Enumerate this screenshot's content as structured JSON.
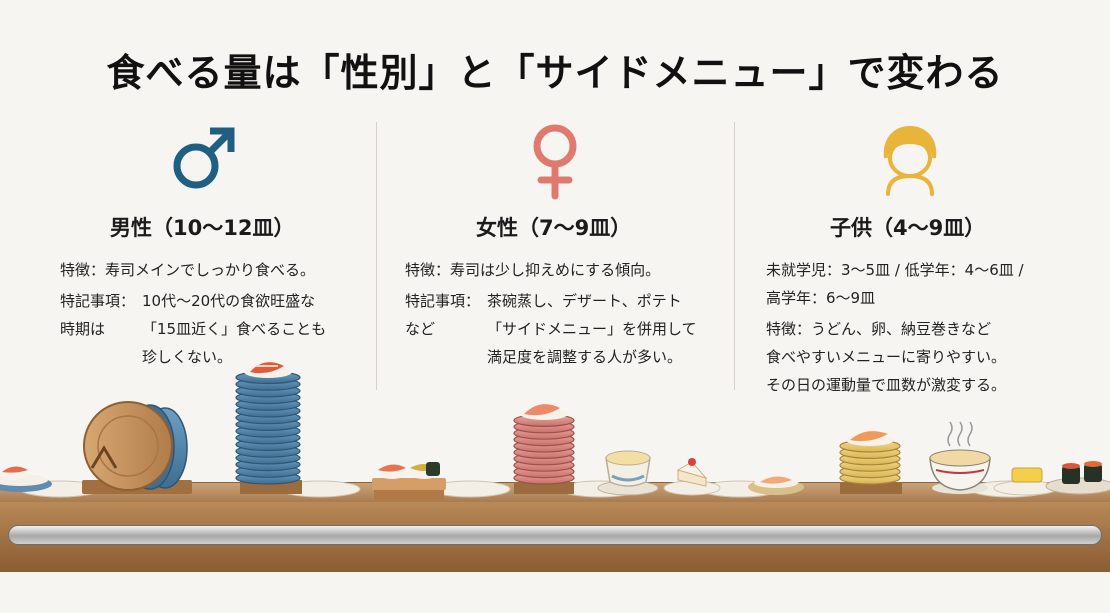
{
  "title": "食べる量は「性別」と「サイドメニュー」で変わる",
  "columns": {
    "male": {
      "heading": "男性（10〜12皿）",
      "feature_label": "特徴：",
      "feature_text": "寿司メインでしっかり食べる。",
      "note_label": "特記事項：",
      "note_line1": "10代〜20代の食欲旺盛な",
      "note_label2": "時期は",
      "note_line2": "「15皿近く」食べることも",
      "note_line3": "珍しくない。",
      "icon": "male-symbol-icon",
      "color": "#1f5f82"
    },
    "female": {
      "heading": "女性（7〜9皿）",
      "feature_label": "特徴：",
      "feature_text": "寿司は少し抑えめにする傾向。",
      "note_label": "特記事項：",
      "note_line1": "茶碗蒸し、デザート、ポテト",
      "note_label2": "など",
      "note_line2": "「サイドメニュー」を併用して",
      "note_line3": "満足度を調整する人が多い。",
      "icon": "female-symbol-icon",
      "color": "#e07a6e"
    },
    "child": {
      "heading": "子供（4〜9皿）",
      "line1": "未就学児：3〜5皿 / 低学年：4〜6皿 /",
      "line2": "高学年：6〜9皿",
      "line3": "特徴：うどん、卵、納豆巻きなど",
      "line4": "食べやすいメニューに寄りやすい。",
      "line5": "その日の運動量で皿数が激変する。",
      "icon": "child-face-icon",
      "color": "#e8b43a"
    }
  }
}
